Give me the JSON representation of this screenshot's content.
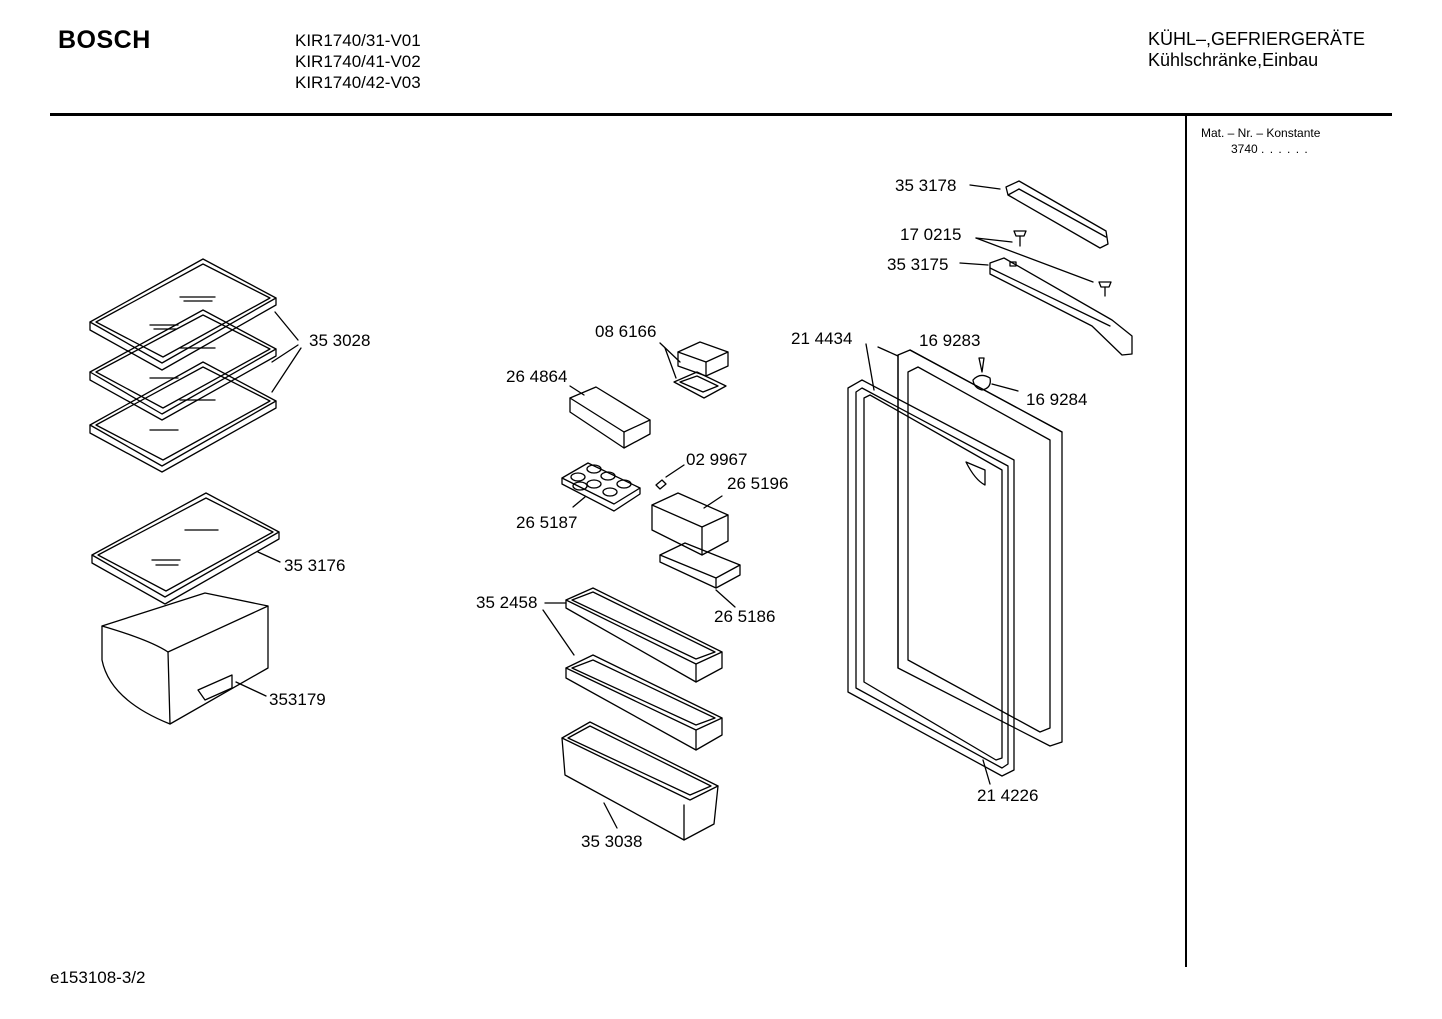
{
  "header": {
    "brand": "BOSCH",
    "models": [
      "KIR1740/31-V01",
      "KIR1740/41-V02",
      "KIR1740/42-V03"
    ],
    "category_line1": "KÜHL–,GEFRIERGERÄTE",
    "category_line2": "Kühlschränke,Einbau"
  },
  "sidebar": {
    "matno_label": "Mat. – Nr. – Konstante",
    "matno_value": "3740",
    "matno_dots": ". .   . . . ."
  },
  "footer": {
    "drawing_id": "e153108-3/2"
  },
  "parts": [
    {
      "id": "glass-shelf-set",
      "number": "35 3028"
    },
    {
      "id": "glass-shelf-single",
      "number": "35 3176"
    },
    {
      "id": "vegetable-drawer",
      "number": "353179"
    },
    {
      "id": "small-box-lid",
      "number": "08 6166"
    },
    {
      "id": "butter-tray",
      "number": "26 4864"
    },
    {
      "id": "screw-small",
      "number": "02 9967"
    },
    {
      "id": "door-box",
      "number": "26 5196"
    },
    {
      "id": "egg-tray",
      "number": "26 5187"
    },
    {
      "id": "door-box-base",
      "number": "26 5186"
    },
    {
      "id": "door-shelf",
      "number": "35 2458"
    },
    {
      "id": "bottle-shelf",
      "number": "35 3038"
    },
    {
      "id": "top-cover",
      "number": "35 3178"
    },
    {
      "id": "screw-top",
      "number": "17 0215"
    },
    {
      "id": "hinge-bracket",
      "number": "35 3175"
    },
    {
      "id": "door",
      "number": "21 4434"
    },
    {
      "id": "door-screw",
      "number": "16 9283"
    },
    {
      "id": "screw-cap",
      "number": "16 9284"
    },
    {
      "id": "door-gasket",
      "number": "21 4226"
    }
  ]
}
